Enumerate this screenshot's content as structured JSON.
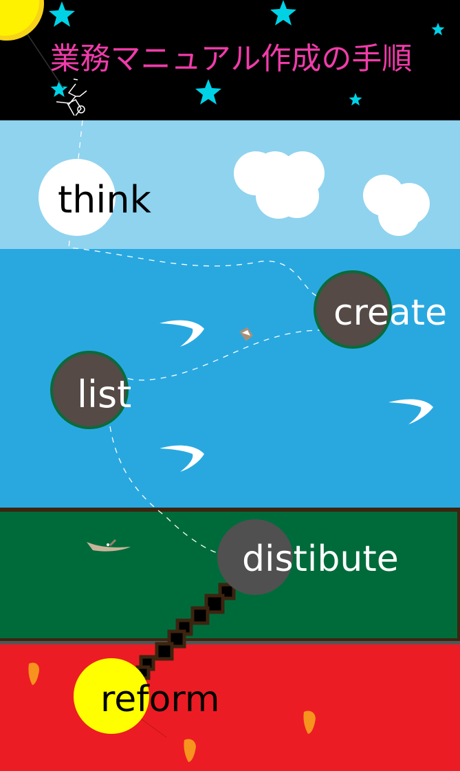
{
  "title": "業務マニュアル作成の手順",
  "steps": [
    {
      "label": "think"
    },
    {
      "label": "create"
    },
    {
      "label": "list"
    },
    {
      "label": "distibute"
    },
    {
      "label": "reform"
    }
  ],
  "colors": {
    "night": "#000000",
    "sky": "#8fd3ef",
    "sea": "#29a8e0",
    "grass": "#006b3a",
    "lava": "#ec1c24",
    "title": "#f03caa",
    "star": "#00d2e6",
    "sun": "#fff200"
  }
}
